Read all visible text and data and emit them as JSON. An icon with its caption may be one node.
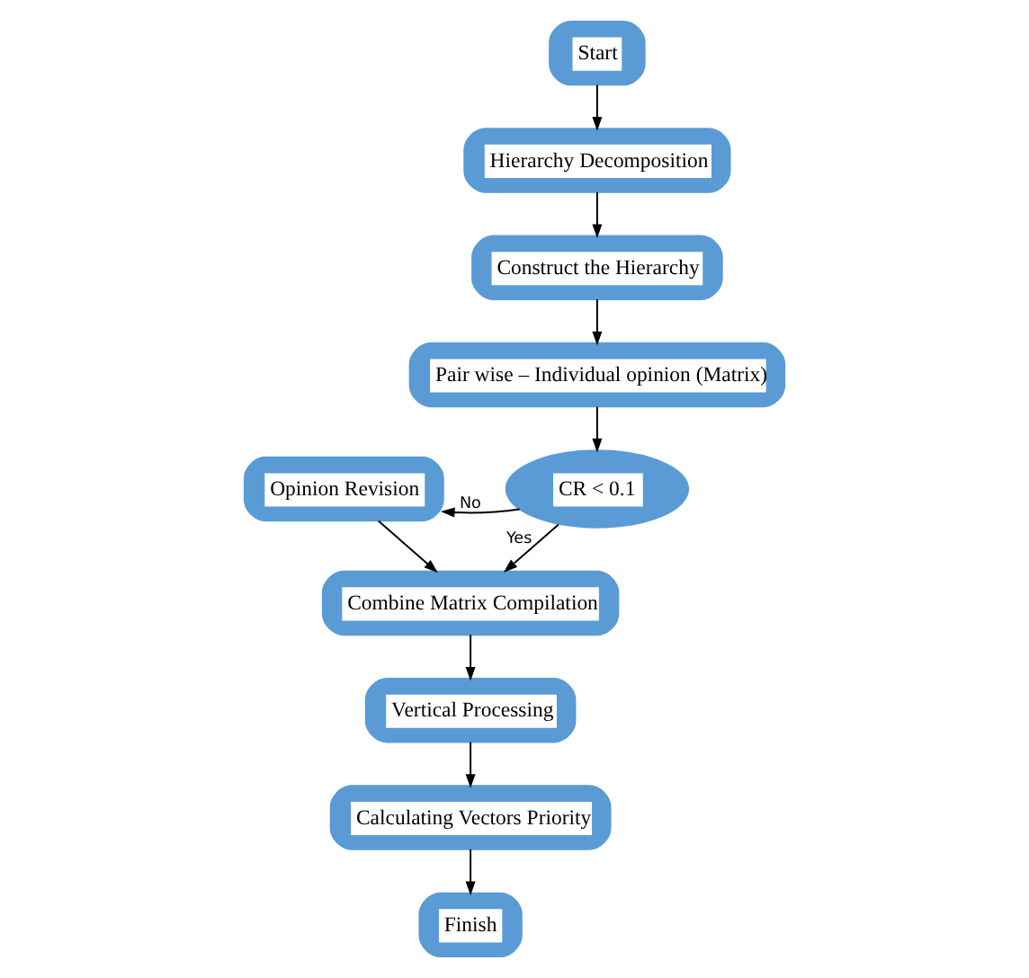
{
  "diagram": {
    "nodes": [
      {
        "text": [
          "Start"
        ]
      },
      {
        "text": [
          "Hierarchy Decomposition"
        ]
      },
      {
        "text": [
          "Construct the Hierarchy"
        ]
      },
      {
        "text": [
          "Pair wise – Individual opinion (Matrix)"
        ]
      },
      {
        "text": [
          "CR < 0.1"
        ]
      },
      {
        "text": [
          "Opinion Revision"
        ]
      },
      {
        "text": [
          "Combine Matrix Compilation"
        ]
      },
      {
        "text": [
          "Vertical Processing"
        ]
      },
      {
        "text": [
          "Calculating Vectors Priority"
        ]
      },
      {
        "text": [
          "Finish"
        ]
      }
    ],
    "edges": [
      {
        "from": 0,
        "to": 1,
        "arrow": "to"
      },
      {
        "from": 1,
        "to": 2,
        "arrow": "to"
      },
      {
        "from": 2,
        "to": 3,
        "arrow": "to"
      },
      {
        "from": 3,
        "to": 4,
        "arrow": "to"
      },
      {
        "from": 4,
        "to": 5,
        "arrow": "to",
        "label": "No"
      },
      {
        "from": 4,
        "to": 6,
        "arrow": "to",
        "label": "Yes"
      },
      {
        "from": 5,
        "to": 6,
        "arrow": "to"
      },
      {
        "from": 6,
        "to": 7,
        "arrow": "to"
      },
      {
        "from": 7,
        "to": 8,
        "arrow": "to"
      },
      {
        "from": 8,
        "to": 9,
        "arrow": "to"
      }
    ]
  }
}
